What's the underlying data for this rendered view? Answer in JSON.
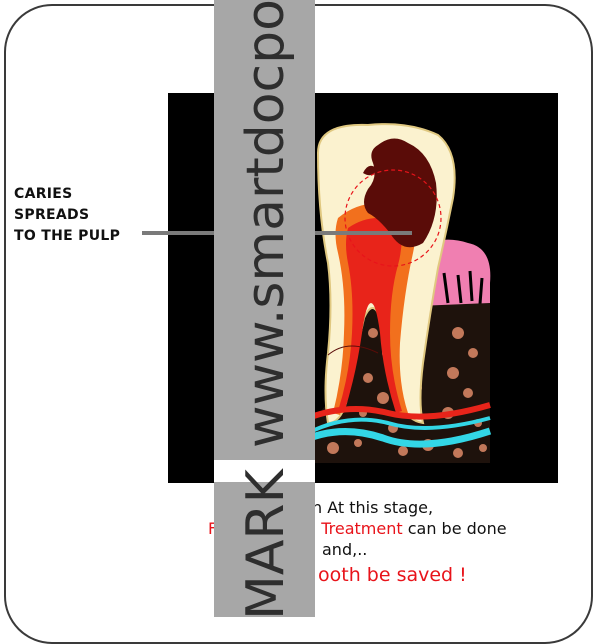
{
  "label": {
    "lines": [
      "CARIES",
      "SPREADS",
      "TO THE PULP"
    ]
  },
  "caption": {
    "line1": "n At this stage,",
    "line2_prefix": "F",
    "line2_red": "Treatment",
    "line2_rest": " can be done",
    "line3": "and,..",
    "line4": "ooth be saved !"
  },
  "watermark": {
    "text": "www.smartdocposters.co",
    "text2": "MARK"
  },
  "colors": {
    "panel_bg": "#000000",
    "enamel": "#fbf2cf",
    "decay": "#5a0c08",
    "pulp_red": "#e8241a",
    "pulp_orange": "#f2701d",
    "gum_pink": "#f07fb1",
    "bone_brown": "#c2785a",
    "nerve_cyan": "#33d6e6",
    "caption_red": "#e8131a",
    "watermark_gray": "#a7a7a7"
  },
  "icons": [
    "tooth-cross-section-illustration"
  ]
}
